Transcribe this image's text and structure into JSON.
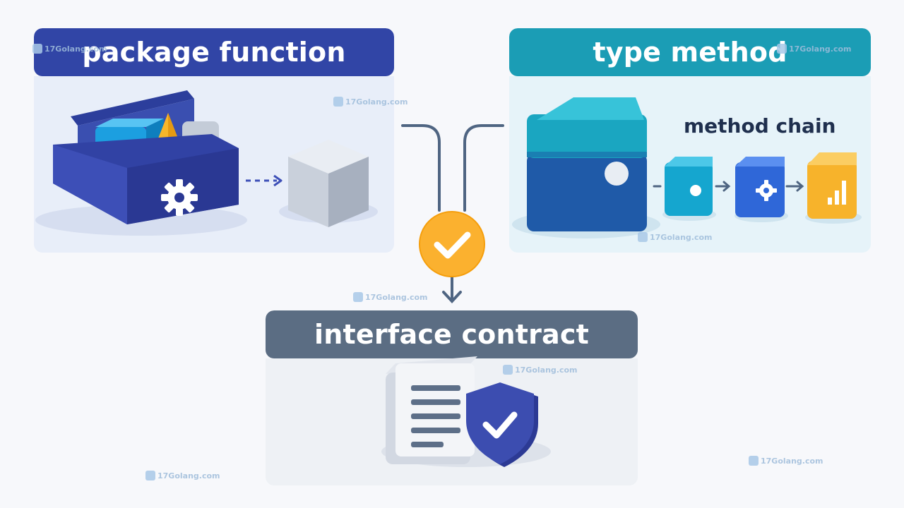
{
  "panels": {
    "package_function": {
      "title": "package function"
    },
    "type_method": {
      "title": "type method",
      "chain_label": "method chain"
    },
    "interface_contract": {
      "title": "interface contract"
    }
  },
  "watermark": {
    "text": "17Golang.com"
  },
  "colors": {
    "package_header": "#3145a6",
    "type_header": "#1b9db5",
    "interface_header": "#5b6d83",
    "check_badge": "#fbb12f",
    "shield": "#3c4db0",
    "connector": "#4f6582"
  },
  "icons": [
    "toolbox-icon",
    "gear-icon",
    "output-cube-icon",
    "type-cube-icon",
    "chain-dot-icon",
    "chain-gear-icon",
    "chain-chart-icon",
    "check-badge-icon",
    "document-icon",
    "shield-check-icon"
  ]
}
